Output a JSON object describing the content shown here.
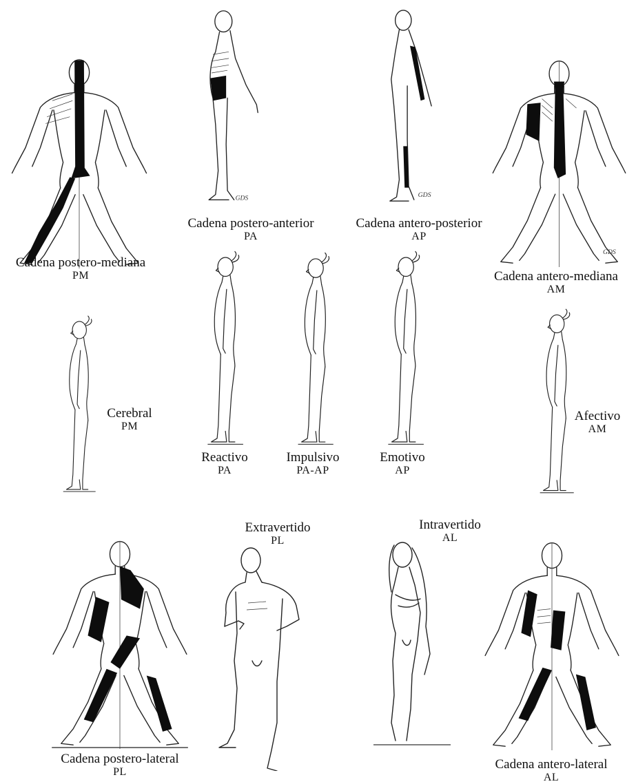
{
  "figures": {
    "pm_chain": {
      "caption": "Cadena postero-mediana",
      "code": "PM"
    },
    "pa_chain": {
      "caption": "Cadena postero-anterior",
      "code": "PA"
    },
    "ap_chain": {
      "caption": "Cadena antero-posterior",
      "code": "AP"
    },
    "am_chain": {
      "caption": "Cadena antero-mediana",
      "code": "AM"
    },
    "cerebral": {
      "caption": "Cerebral",
      "code": "PM"
    },
    "reactivo": {
      "caption": "Reactivo",
      "code": "PA"
    },
    "impulsivo": {
      "caption": "Impulsivo",
      "code": "PA-AP"
    },
    "emotivo": {
      "caption": "Emotivo",
      "code": "AP"
    },
    "afectivo": {
      "caption": "Afectivo",
      "code": "AM"
    },
    "extravertido": {
      "caption": "Extravertido",
      "code": "PL"
    },
    "intravertido": {
      "caption": "Intravertido",
      "code": "AL"
    },
    "pl_chain": {
      "caption": "Cadena postero-lateral",
      "code": "PL"
    },
    "al_chain": {
      "caption": "Cadena antero-lateral",
      "code": "AL"
    }
  },
  "signatures": [
    "GDS",
    "GDS",
    "GDS"
  ],
  "colors": {
    "ink": "#111111",
    "chain_fill": "#0d0d0d",
    "paper": "#ffffff"
  }
}
